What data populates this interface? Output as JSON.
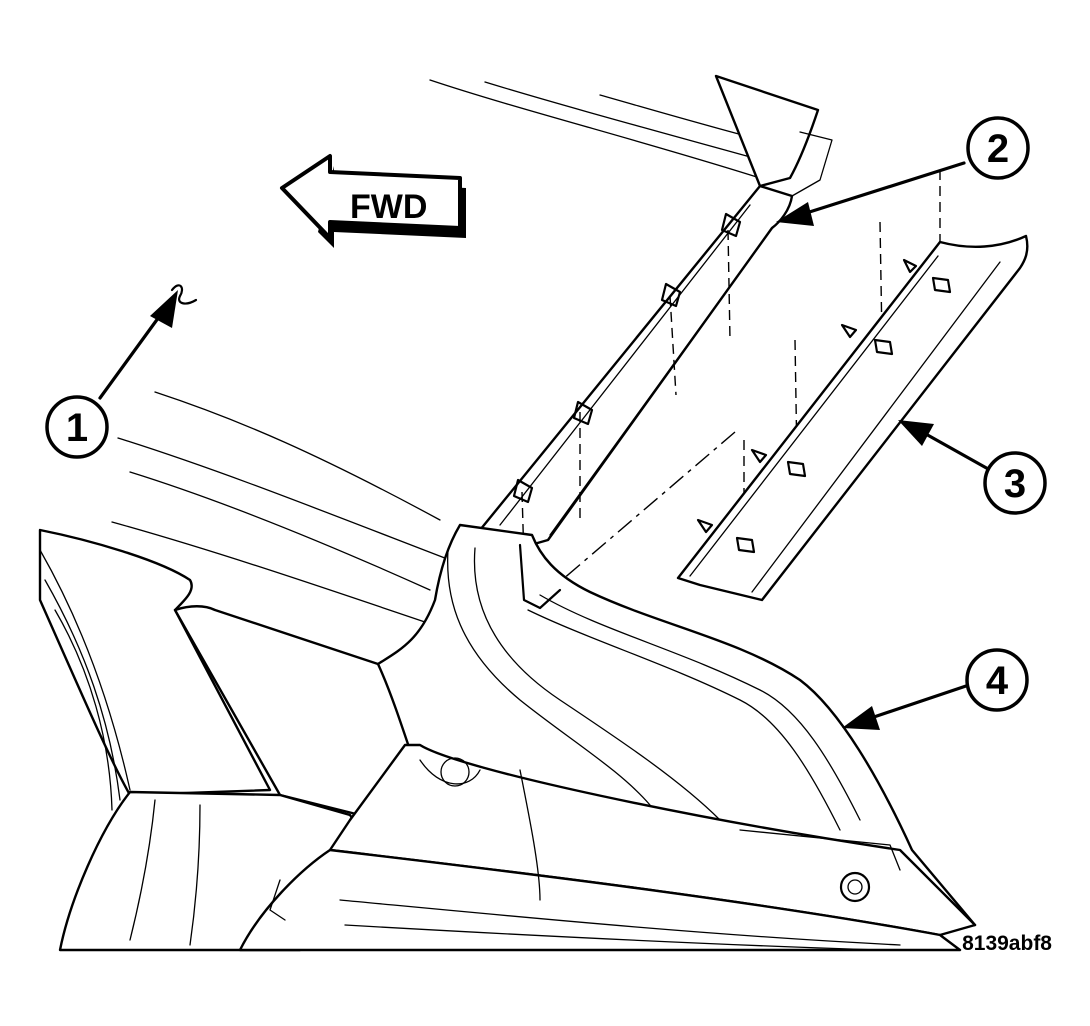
{
  "direction_label": "FWD",
  "callouts": [
    "1",
    "2",
    "3",
    "4"
  ],
  "figure_id": "8139abf8"
}
